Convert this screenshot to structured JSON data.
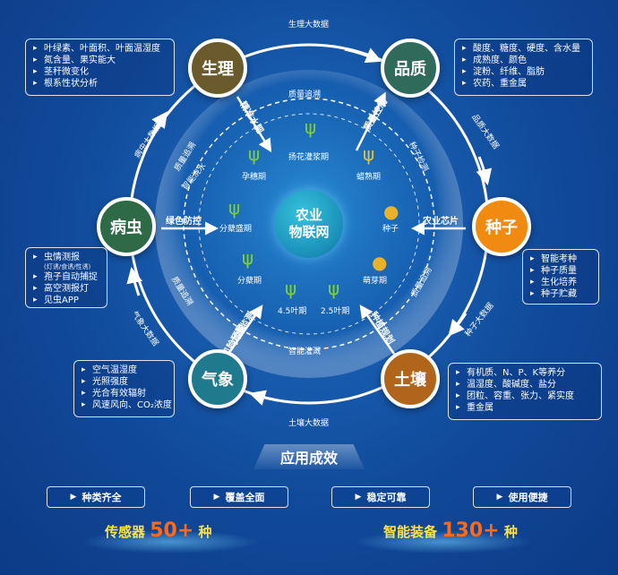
{
  "colors": {
    "shengli": "#6b5a2c",
    "pinzhi": "#2f6a5a",
    "zhongzi": "#f08a10",
    "turang": "#b0651a",
    "qixiang": "#1e7a8c",
    "bingchong": "#2e6a45"
  },
  "center": {
    "line1": "农业",
    "line2": "物联网"
  },
  "nodes": {
    "shengli": "生理",
    "pinzhi": "品质",
    "zhongzi": "种子",
    "turang": "土壤",
    "qixiang": "气象",
    "bingchong": "病虫"
  },
  "outer_labels": {
    "top": "生理大数据",
    "right_upper": "品质大数据",
    "right_lower": "种子大数据",
    "bottom": "土壤大数据",
    "left_lower": "气象大数据",
    "left_upper": "病虫大数据"
  },
  "inner_labels": {
    "zhiliang_top": "质量追溯",
    "zhiliang_left_up": "质量追溯",
    "zhiliang_left_down": "质量追溯",
    "zhiliang_right": "质量追溯",
    "zhineng_guangai": "智能灌溉",
    "zhineng_qiaoshui": "智能浇水",
    "jingzhun_shifei": "精准水肥",
    "zhiliang_kongzhi": "质量控制",
    "zhongzi_jiance": "种子检测",
    "lvse_fangkong": "绿色防控",
    "nongye_xinpian": "农业芯片",
    "zhongzhi_guihua": "种植规划",
    "fengxian_yujing": "风险预警",
    "zaihai_jiance": "灾害监测"
  },
  "stages": {
    "yansui": "孕穗期",
    "yanghua": "扬花灌浆期",
    "lashu": "蜡熟期",
    "fennie_sheng": "分蘖盛期",
    "zhongzi": "种子",
    "fennie": "分蘖期",
    "mengya": "萌芽期",
    "ye45": "4.5叶期",
    "ye25": "2.5叶期"
  },
  "boxes": {
    "shengli": [
      "叶绿素、叶面积、叶面温湿度",
      "氮含量、果实能大",
      "茎秆微变化",
      "根系性状分析"
    ],
    "pinzhi": [
      "酸度、糖度、硬度、含水量",
      "成熟度、颜色",
      "淀粉、纤维、脂肪",
      "农药、重金属"
    ],
    "zhongzi": [
      "智能考种",
      "种子质量",
      "生化培养",
      "种子贮藏"
    ],
    "turang": [
      "有机质、N、P、K等养分",
      "温湿度、酸碱度、盐分",
      "团粒、容重、张力、紧实度",
      "重金属"
    ],
    "qixiang": [
      "空气温湿度",
      "光照强度",
      "光合有效辐射",
      "风速风向、CO₂浓度"
    ],
    "bingchong": {
      "item1": "虫情测报",
      "item1_sub": "(灯诱/食诱/性诱)",
      "item2": "孢子自动捕捉",
      "item3": "高空测报灯",
      "item4": "见虫APP"
    }
  },
  "results": {
    "title": "应用成效",
    "pills": [
      "种类齐全",
      "覆盖全面",
      "稳定可靠",
      "使用便捷"
    ],
    "sensor_label": "传感器",
    "sensor_value": "50+",
    "sensor_unit": "种",
    "equip_label": "智能装备",
    "equip_value": "130+",
    "equip_unit": "种"
  }
}
